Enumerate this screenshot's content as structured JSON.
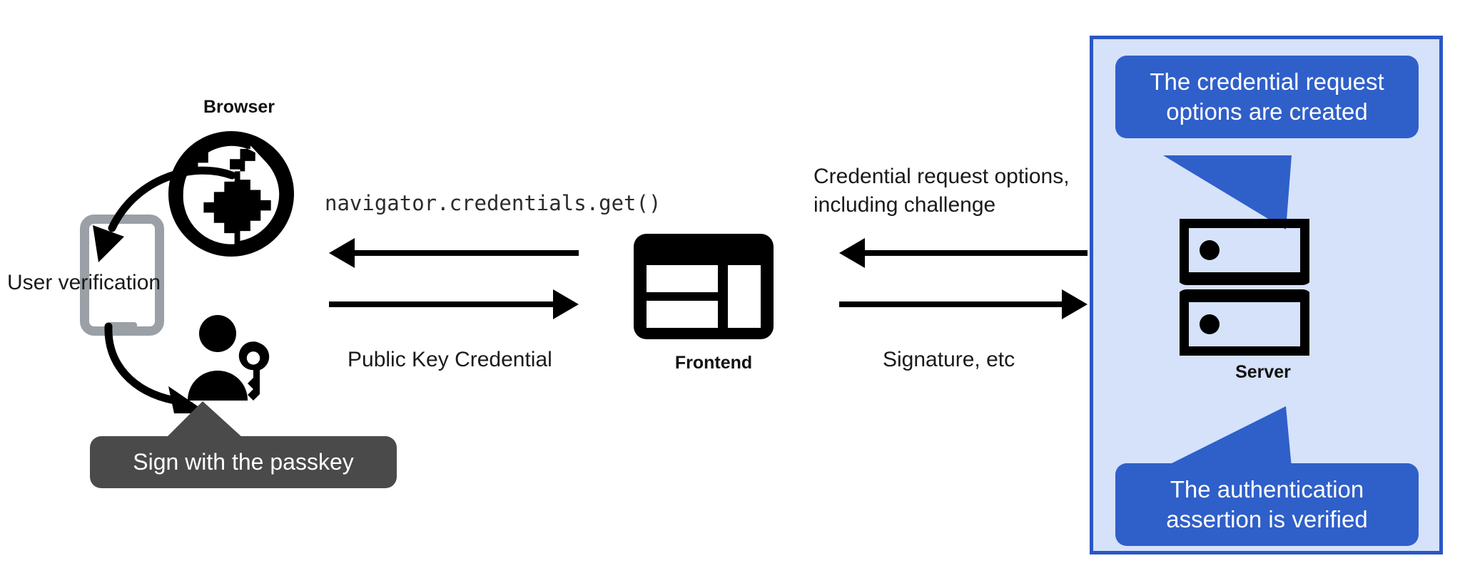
{
  "diagram": {
    "title": "WebAuthn passkey authentication flow",
    "background": "#ffffff"
  },
  "colors": {
    "panel_fill": "#d5e2fa",
    "panel_border": "#2a57c4",
    "bubble_blue": "#2f5fc9",
    "bubble_dark": "#4a4a4a",
    "icon_black": "#000000",
    "phone_gray": "#9aa0a6",
    "text_dark": "#1a1a1a"
  },
  "nodes": {
    "browser": {
      "label": "Browser",
      "icon": "globe-icon"
    },
    "frontend": {
      "label": "Frontend",
      "icon": "webpage-layout-icon"
    },
    "server": {
      "label": "Server",
      "icon": "server-racks-icon"
    },
    "user": {
      "icon": "person-with-key-icon"
    },
    "device": {
      "icon": "mobile-phone-icon"
    }
  },
  "labels": {
    "user_verification": "User verification",
    "navigator_get": "navigator.credentials.get()",
    "public_key_credential": "Public Key Credential",
    "credential_request_options": "Credential request options,\nincluding challenge",
    "signature_etc": "Signature, etc"
  },
  "callouts": {
    "credential_options": "The credential request\noptions are created",
    "assertion_verified": "The authentication\nassertion is verified",
    "sign_passkey": "Sign with the passkey"
  },
  "arrows": [
    {
      "name": "navigator-get-arrow",
      "direction": "left",
      "from": "frontend",
      "to": "browser",
      "label": "navigator.credentials.get()"
    },
    {
      "name": "public-key-credential-arrow",
      "direction": "right",
      "from": "browser",
      "to": "frontend",
      "label": "Public Key Credential"
    },
    {
      "name": "credential-request-options-arrow",
      "direction": "left",
      "from": "server",
      "to": "frontend",
      "label": "Credential request options, including challenge"
    },
    {
      "name": "signature-arrow",
      "direction": "right",
      "from": "frontend",
      "to": "server",
      "label": "Signature, etc"
    },
    {
      "name": "browser-to-device-arrow",
      "direction": "curved-down-left",
      "from": "browser",
      "to": "device",
      "label": ""
    },
    {
      "name": "device-to-user-arrow",
      "direction": "curved-down-right",
      "from": "device",
      "to": "user",
      "label": ""
    }
  ]
}
